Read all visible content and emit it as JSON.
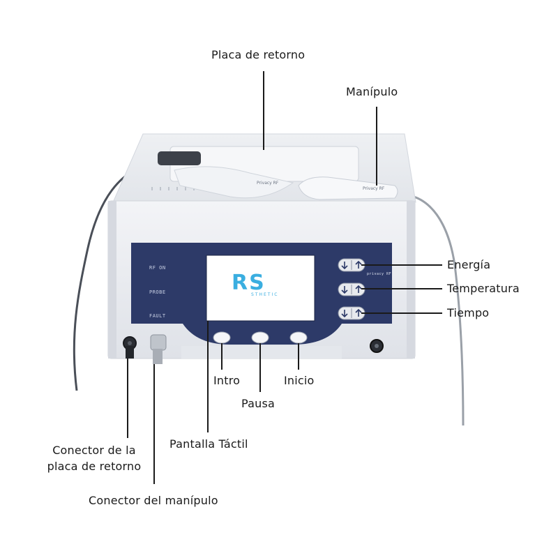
{
  "labels": {
    "placa_retorno": "Placa de retorno",
    "manipulo": "Manípulo",
    "energia": "Energía",
    "temperatura": "Temperatura",
    "tiempo": "Tiempo",
    "intro": "Intro",
    "inicio": "Inicio",
    "pausa": "Pausa",
    "pantalla_tactil": "Pantalla Táctil",
    "conector_placa_line1": "Conector de la",
    "conector_placa_line2": "placa de retorno",
    "conector_manipulo": "Conector del manípulo"
  },
  "device": {
    "indicator_rf_on": "RF ON",
    "indicator_probe": "PROBE",
    "indicator_fault": "FAULT",
    "brand_small": "privacy RF",
    "top_plate_text": "Privacy RF",
    "handpiece_text": "Privacy RF",
    "screen_logo": "RS",
    "screen_logo_sub": "STHETIC"
  },
  "colors": {
    "panel_navy": "#2d3a68",
    "logo_blue": "#3aaee0",
    "device_body": "#eceef2",
    "leader_line": "#1a1a1a"
  }
}
